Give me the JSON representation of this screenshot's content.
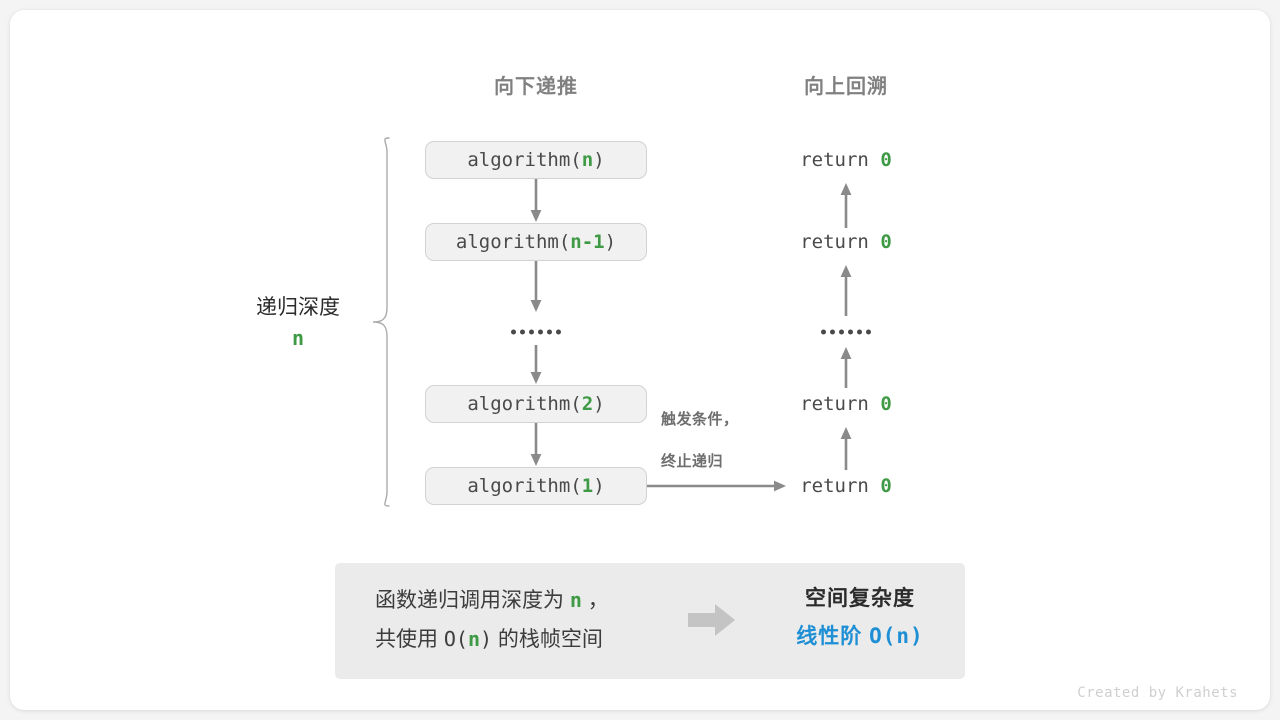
{
  "headers": {
    "down": "向下递推",
    "up": "向上回溯"
  },
  "depth": {
    "label": "递归深度",
    "value": "n"
  },
  "call_stack": [
    {
      "fn": "algorithm(",
      "arg": "n",
      "close": ")"
    },
    {
      "fn": "algorithm(",
      "arg": "n-1",
      "close": ")"
    },
    {
      "fn": "algorithm(",
      "arg": "2",
      "close": ")"
    },
    {
      "fn": "algorithm(",
      "arg": "1",
      "close": ")"
    }
  ],
  "returns": [
    {
      "kw": "return",
      "val": "0"
    },
    {
      "kw": "return",
      "val": "0"
    },
    {
      "kw": "return",
      "val": "0"
    },
    {
      "kw": "return",
      "val": "0"
    }
  ],
  "terminate": {
    "line1": "触发条件，",
    "line2": "终止递归"
  },
  "summary": {
    "left_line1_a": "函数递归调用深度为",
    "left_line1_hl": "n",
    "left_line1_b": "，",
    "left_line2_a": "共使用",
    "left_line2_o": "O(",
    "left_line2_hl": "n",
    "left_line2_c": ")",
    "left_line2_b": "的栈帧空间",
    "title": "空间复杂度",
    "complexity_label": "线性阶",
    "complexity_value": "O(n)"
  },
  "footer": "Created by Krahets",
  "colors": {
    "green": "#3f9a46",
    "blue": "#1e8fd5",
    "gray_text": "#4a4a4a",
    "header_gray": "#808080",
    "box_fill": "#f1f1f1",
    "box_border": "#d2d2d2",
    "panel_fill": "#ebebeb",
    "arrow_gray": "#8a8a8a",
    "block_arrow": "#c4c4c4"
  },
  "icons": {
    "down_arrow": "down-arrow-icon",
    "up_arrow": "up-arrow-icon",
    "right_arrow": "right-arrow-icon",
    "block_arrow": "block-arrow-icon",
    "brace": "curly-brace-icon",
    "ellipsis": "ellipsis-icon"
  }
}
